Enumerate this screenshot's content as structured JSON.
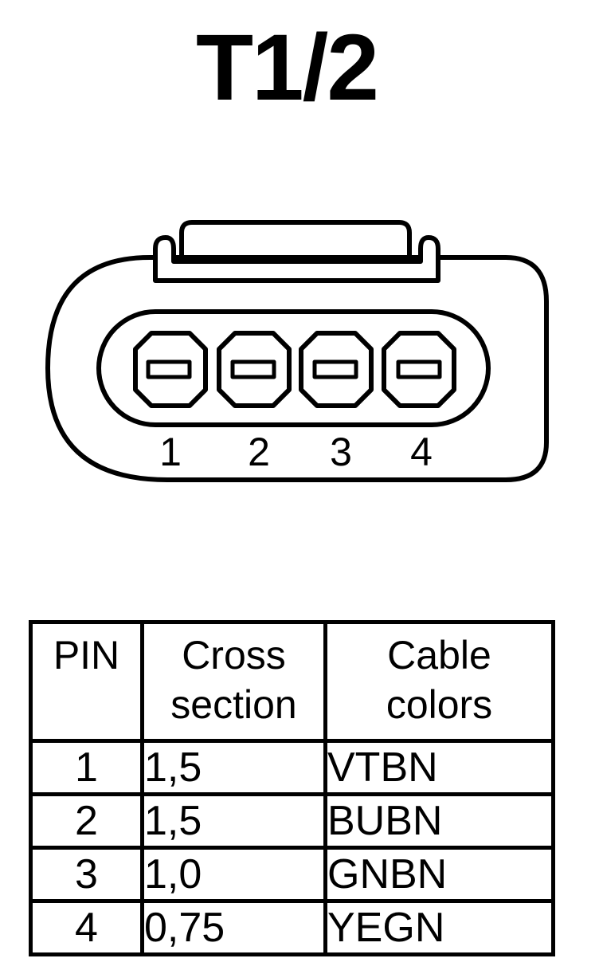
{
  "title": "T1/2",
  "pin_labels": [
    "1",
    "2",
    "3",
    "4"
  ],
  "table": {
    "headers": {
      "pin": "PIN",
      "cross_section": [
        "Cross",
        "section"
      ],
      "cable_colors": [
        "Cable",
        "colors"
      ]
    },
    "rows": [
      {
        "pin": "1",
        "cross_section": "1,5",
        "color": "VTBN"
      },
      {
        "pin": "2",
        "cross_section": "1,5",
        "color": "BUBN"
      },
      {
        "pin": "3",
        "cross_section": "1,0",
        "color": "GNBN"
      },
      {
        "pin": "4",
        "cross_section": "0,75",
        "color": "YEGN"
      }
    ]
  }
}
